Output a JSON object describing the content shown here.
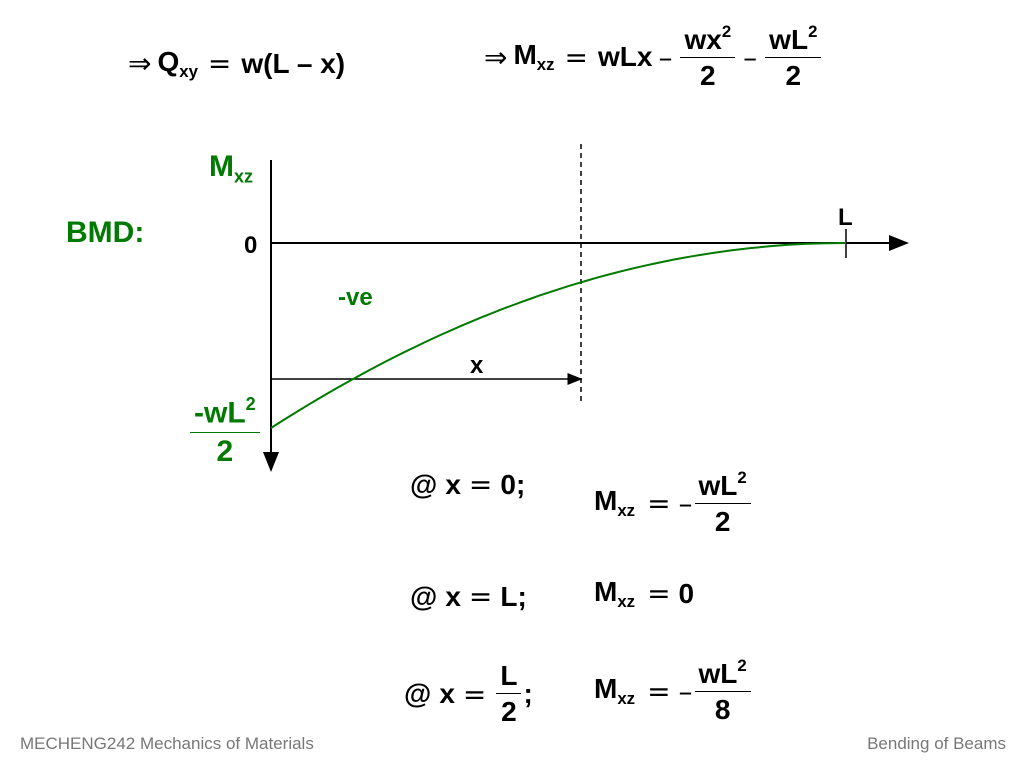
{
  "equations": {
    "shear": {
      "arrow": "⇒",
      "symbol": "Q",
      "subscript": "xy",
      "equals": "=",
      "rhs": "w(L – x)"
    },
    "moment": {
      "arrow": "⇒",
      "symbol": "M",
      "subscript": "xz",
      "equals": "=",
      "term1": "wLx",
      "minus1": "–",
      "frac1_num_base": "wx",
      "frac1_num_exp": "2",
      "frac1_den": "2",
      "minus2": "–",
      "frac2_num_base": "wL",
      "frac2_num_exp": "2",
      "frac2_den": "2"
    }
  },
  "bmd": {
    "title": "BMD:",
    "axis_label_symbol": "M",
    "axis_label_subscript": "xz",
    "zero_label": "0",
    "length_label": "L",
    "sign_label": "-ve",
    "x_label": "x",
    "min_value_num_base": "-wL",
    "min_value_num_exp": "2",
    "min_value_den": "2",
    "colors": {
      "curve": "#007a00",
      "axis": "#000000",
      "label_green": "#007a00"
    }
  },
  "conditions": [
    {
      "at": "@",
      "var": "x",
      "equals": "=",
      "value": "0",
      "sep": ";",
      "m_symbol": "M",
      "m_sub": "xz",
      "m_equals": "=",
      "m_sign": "–",
      "m_num_base": "wL",
      "m_num_exp": "2",
      "m_den": "2"
    },
    {
      "at": "@",
      "var": "x",
      "equals": "=",
      "value": "L",
      "sep": ";",
      "m_symbol": "M",
      "m_sub": "xz",
      "m_equals": "=",
      "m_value": "0"
    },
    {
      "at": "@",
      "var": "x",
      "equals": "=",
      "value_num": "L",
      "value_den": "2",
      "sep": ";",
      "m_symbol": "M",
      "m_sub": "xz",
      "m_equals": "=",
      "m_sign": "–",
      "m_num_base": "wL",
      "m_num_exp": "2",
      "m_den": "8"
    }
  ],
  "footer": {
    "left": "MECHENG242 Mechanics of Materials",
    "right": "Bending of Beams"
  }
}
